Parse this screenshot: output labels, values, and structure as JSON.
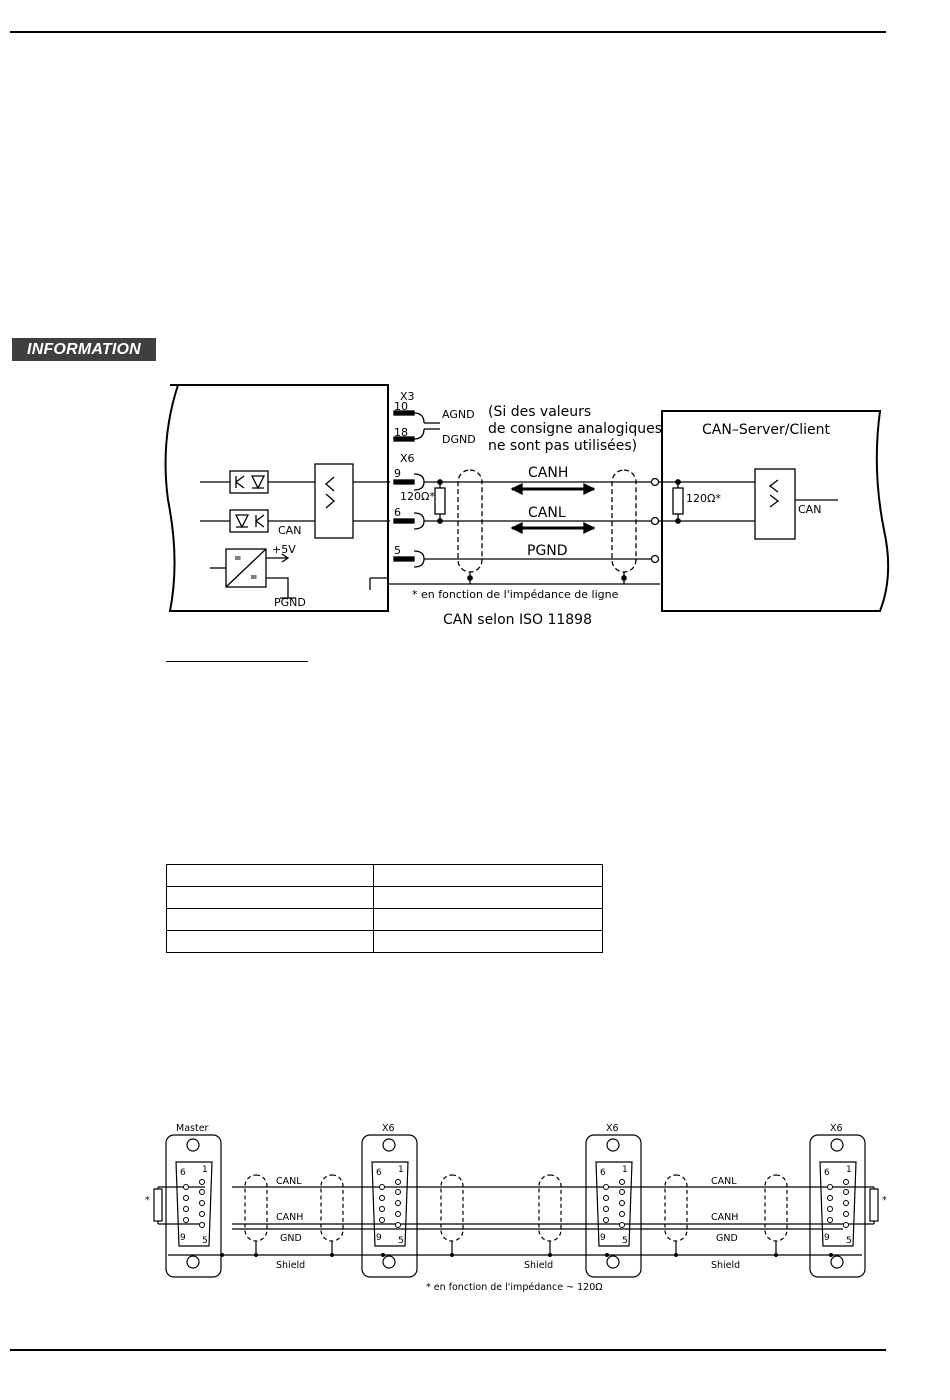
{
  "badge": "INFORMATION",
  "can_diagram": {
    "x3": "X3",
    "pin10": "10",
    "pin18": "18",
    "agnd": "AGND",
    "dgnd": "DGND",
    "x6": "X6",
    "pin9": "9",
    "pin6": "6",
    "pin5": "5",
    "note_line1": "(Si des valeurs",
    "note_line2": "de consigne analogiques",
    "note_line3": "ne sont pas utilisées)",
    "resistor_left": "120Ω*",
    "resistor_right": "120Ω*",
    "canh": "CANH",
    "canl": "CANL",
    "pgnd_line": "PGND",
    "can_left": "CAN",
    "plus5v": "+5V",
    "pgnd": "PGND",
    "server_client": "CAN–Server/Client",
    "can_right": "CAN",
    "footnote": "* en fonction de l'impédance de ligne",
    "caption": "CAN selon ISO 11898"
  },
  "table": {
    "rows": [
      [
        "",
        ""
      ],
      [
        "",
        ""
      ],
      [
        "",
        ""
      ],
      [
        "",
        ""
      ]
    ]
  },
  "bus_diagram": {
    "master": "Master",
    "x6_1": "X6",
    "x6_2": "X6",
    "x6_3": "X6",
    "canl": "CANL",
    "canh": "CANH",
    "gnd": "GND",
    "shield": "Shield",
    "star": "*",
    "pin6": "6",
    "pin1": "1",
    "pin9": "9",
    "pin5": "5",
    "footnote": "* en fonction de l'impédance  ~ 120Ω"
  }
}
